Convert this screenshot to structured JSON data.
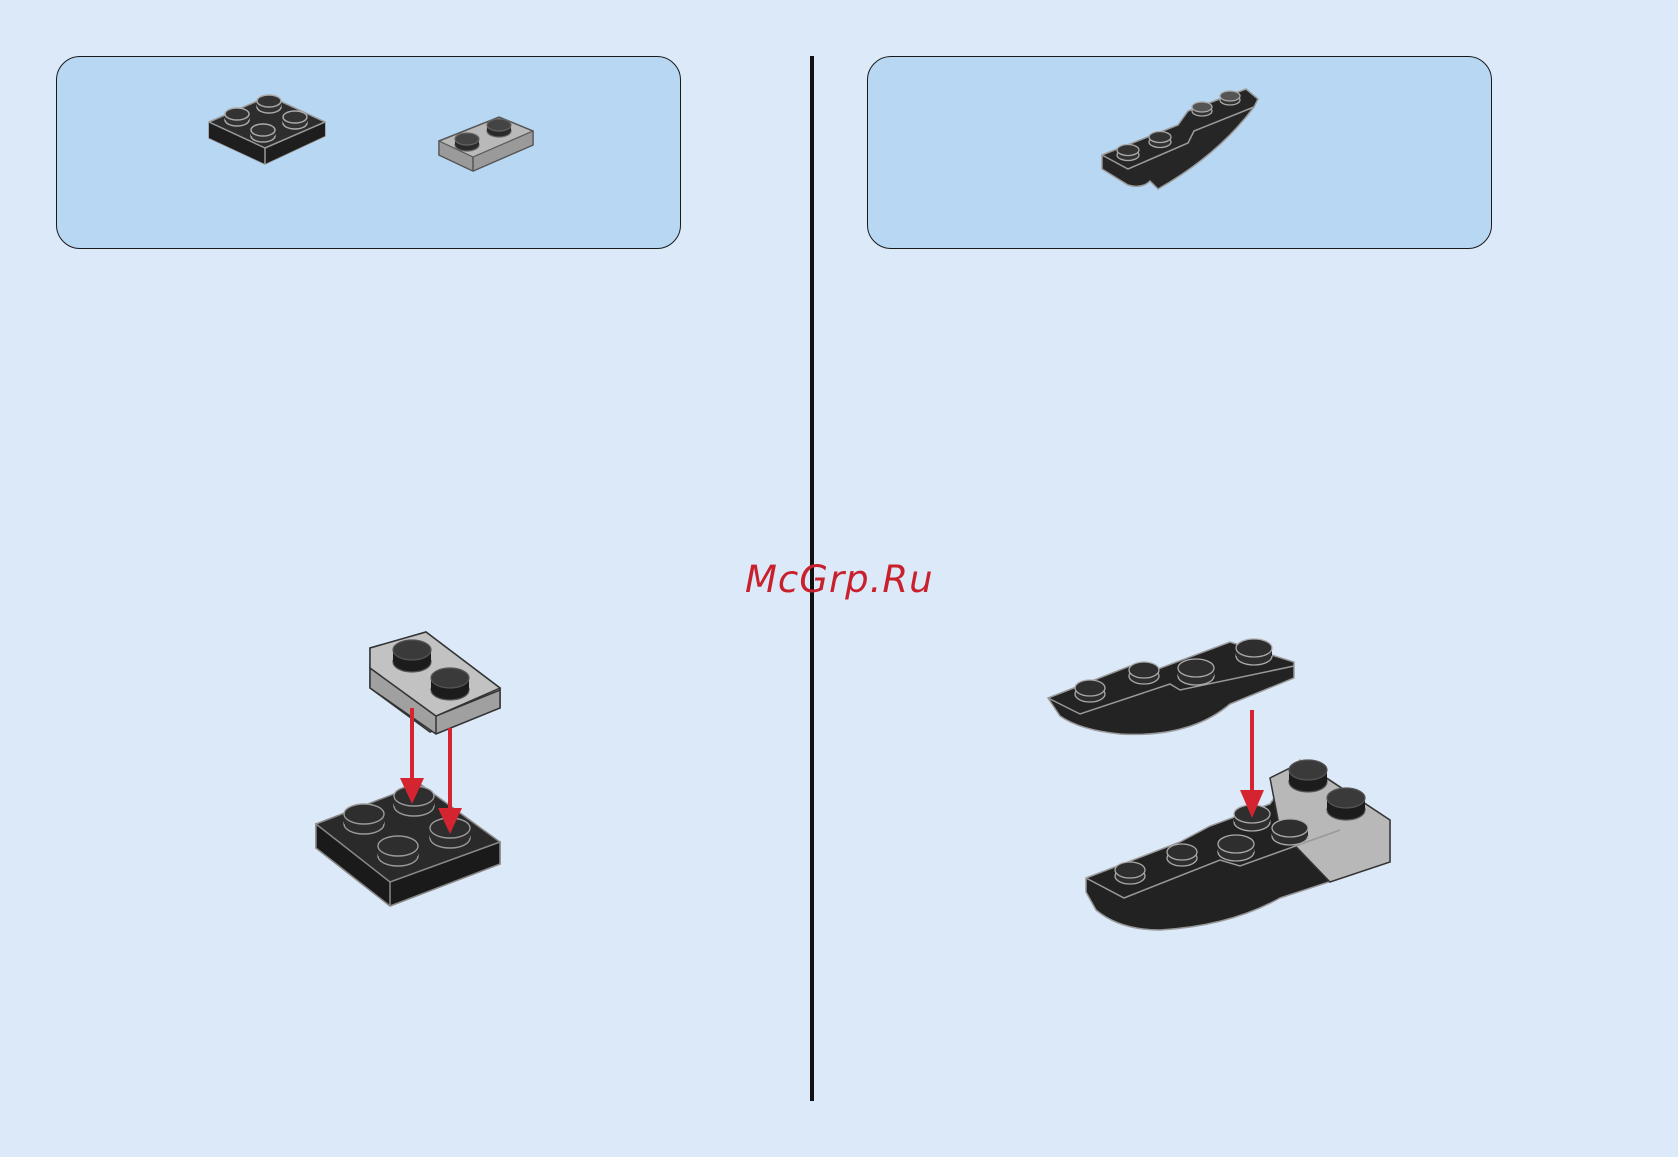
{
  "page": {
    "background": "#dce9f8",
    "parts_box_color": "#b8d7f2",
    "arrow_color": "#d42430"
  },
  "steps": [
    {
      "parts": [
        "plate-2x2-dark-gray-icon",
        "plate-1x2-light-gray-icon"
      ],
      "assembly": "plate-1x2-light-gray-onto-plate-2x2-dark-gray"
    },
    {
      "parts": [
        "curved-slope-inverted-dark-gray-icon"
      ],
      "assembly": "curved-slope-onto-previous-assembly"
    }
  ],
  "watermark": "McGrp.Ru"
}
